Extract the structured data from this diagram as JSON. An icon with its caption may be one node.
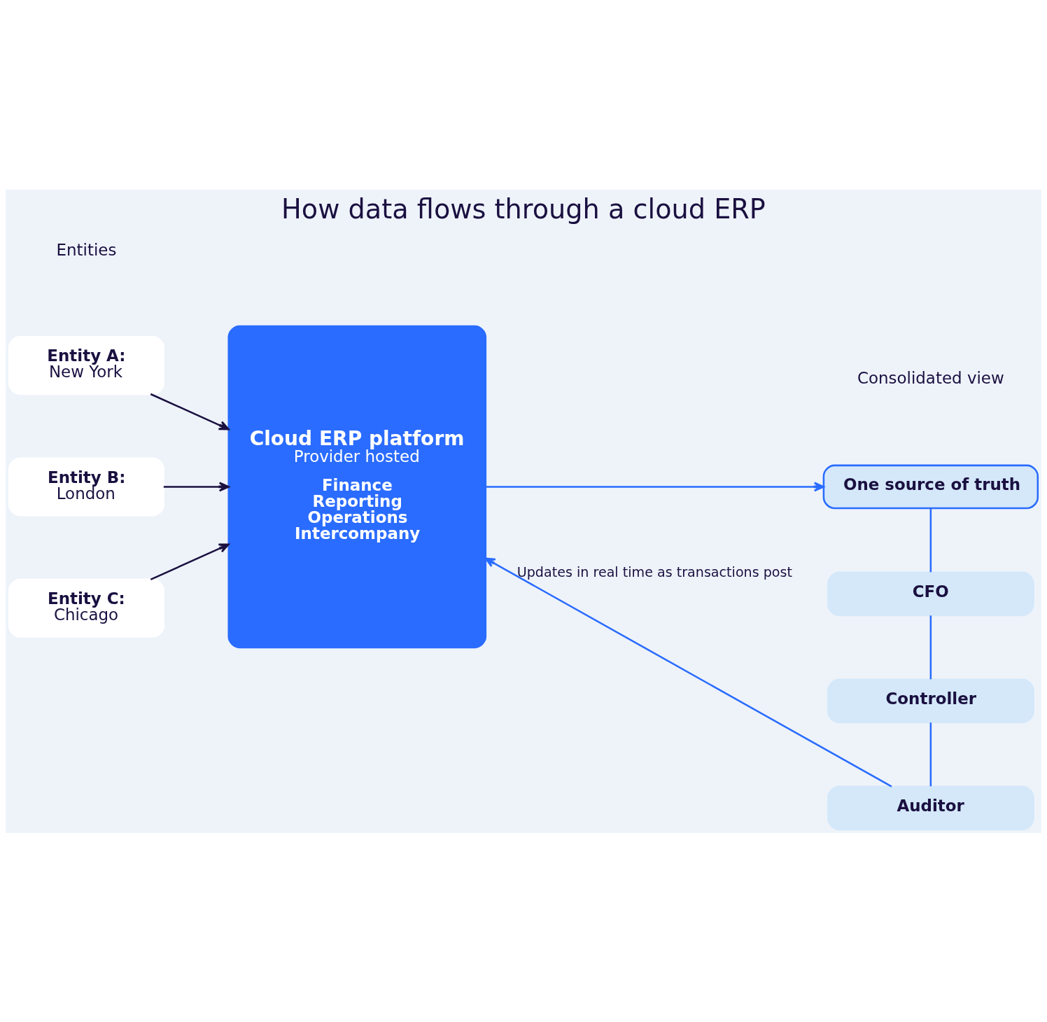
{
  "diagram": {
    "title": "How data flows through a cloud ERP",
    "nodes": [
      {
        "text": [
          "Entity A:",
          "New York"
        ]
      },
      {
        "text": [
          "Entity B:",
          "London"
        ]
      },
      {
        "text": [
          "Entity C:",
          "Chicago"
        ]
      },
      {
        "text": [
          "Cloud ERP platform",
          "Provider hosted",
          "Finance",
          "Reporting",
          "Operations",
          "Intercompany"
        ]
      },
      {
        "text": [
          "One source of truth"
        ]
      },
      {
        "text": [
          "CFO"
        ]
      },
      {
        "text": [
          "Controller"
        ]
      },
      {
        "text": [
          "Auditor"
        ]
      }
    ],
    "edges": [
      {
        "from": 0,
        "to": 3,
        "arrow": "to",
        "color": "#1a1040"
      },
      {
        "from": 1,
        "to": 3,
        "arrow": "to",
        "color": "#1a1040"
      },
      {
        "from": 2,
        "to": 3,
        "arrow": "to",
        "color": "#1a1040"
      },
      {
        "from": 3,
        "to": 4,
        "arrow": "to"
      },
      {
        "from": 4,
        "to": 5,
        "arrow": "none"
      },
      {
        "from": 5,
        "to": 6,
        "arrow": "none"
      },
      {
        "from": 6,
        "to": 7,
        "arrow": "none"
      },
      {
        "from": 7,
        "to": 3,
        "arrow": "to",
        "label": "Updates in real time as transactions post"
      }
    ],
    "labels": [
      "Entities",
      "Consolidated view"
    ]
  }
}
